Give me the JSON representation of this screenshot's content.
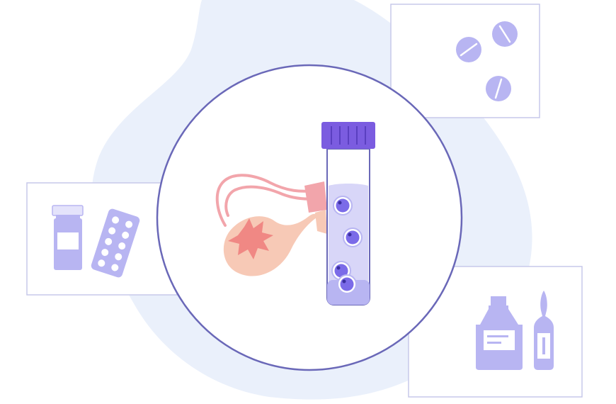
{
  "illustration": {
    "panels": [
      {
        "name": "pills-panel",
        "icon": "round-pills-icon"
      },
      {
        "name": "medication-panel",
        "icon": "pill-bottle-and-blister-pack-icon"
      },
      {
        "name": "injection-panel",
        "icon": "vial-and-ampoule-icon"
      }
    ],
    "center": {
      "icons": [
        "uterus-ovary-icon",
        "embryo-test-tube-icon"
      ],
      "embryo_count": 4
    },
    "colors": {
      "background_blob": "#eaf0fb",
      "circle_border": "#6a68b8",
      "panel_border": "#c7c9ea",
      "lavender": "#b8b5f2",
      "tube_cap": "#7b5ce0",
      "embryo": "#7b6be8",
      "embryo_nucleus": "#3a2f9e",
      "uterus": "#f7c9b6",
      "fallopian_tube": "#f2a5ab",
      "ovary_core": "#f08884"
    }
  }
}
